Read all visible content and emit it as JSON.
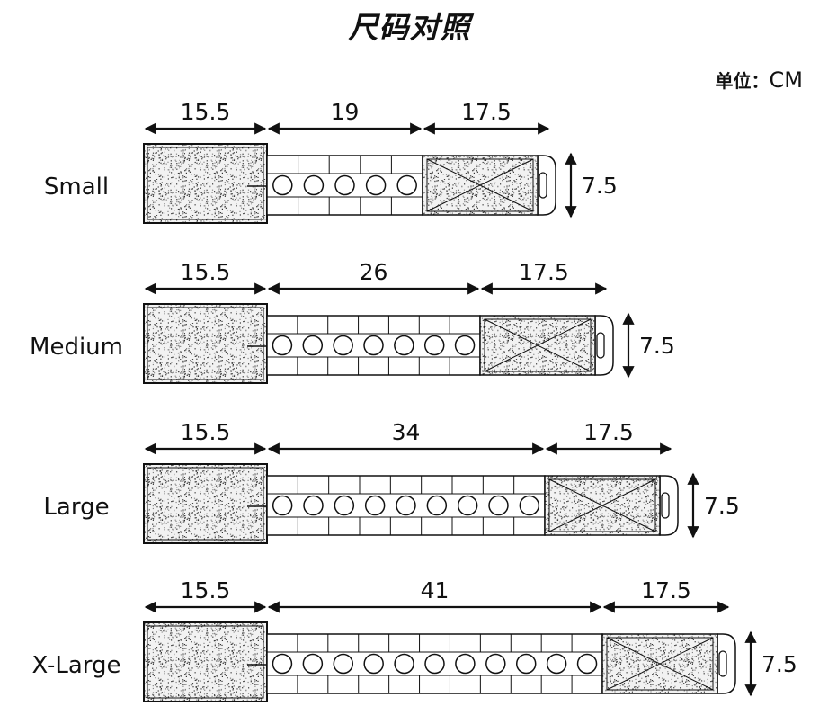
{
  "title": "尺码对照",
  "unit": {
    "label": "单位：",
    "value": "CM"
  },
  "colors": {
    "ink": "#111111",
    "background": "#ffffff"
  },
  "sizes": [
    {
      "name": "Small",
      "pad": "15.5",
      "strap": "19",
      "velcro": "17.5",
      "width": "7.5",
      "strap_cm": 19,
      "holes": 5
    },
    {
      "name": "Medium",
      "pad": "15.5",
      "strap": "26",
      "velcro": "17.5",
      "width": "7.5",
      "strap_cm": 26,
      "holes": 7
    },
    {
      "name": "Large",
      "pad": "15.5",
      "strap": "34",
      "velcro": "17.5",
      "width": "7.5",
      "strap_cm": 34,
      "holes": 9
    },
    {
      "name": "X-Large",
      "pad": "15.5",
      "strap": "41",
      "velcro": "17.5",
      "width": "7.5",
      "strap_cm": 41,
      "holes": 11
    }
  ]
}
